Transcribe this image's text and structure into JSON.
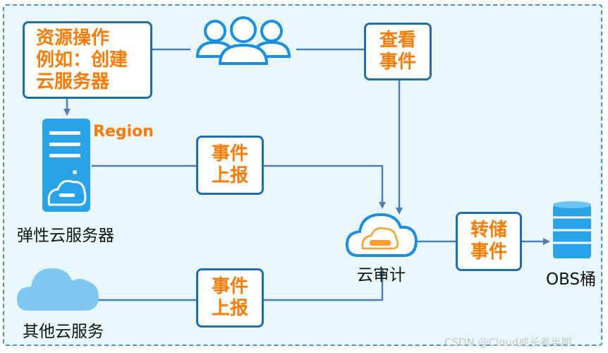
{
  "nodes": {
    "resource_op": "资源操作\n例如：创建\n云服务器",
    "view_event": "查看\n事件",
    "report_event_1": "事件\n上报",
    "report_event_2": "事件\n上报",
    "dump_event": "转储\n事件"
  },
  "labels": {
    "region": "Region",
    "ecs": "弹性云服务器",
    "other_cloud": "其他云服务",
    "cts": "云审计",
    "obs": "OBS桶"
  },
  "watermark": "CSDN @Cloud成长者半期",
  "colors": {
    "frame_border": "#4b8fd0",
    "frame_fill": "#e9f7fb",
    "box_border": "#1e6fb0",
    "accent_text": "#ff7a00",
    "icon_blue": "#1a8fe0",
    "arrow": "#4d7fb5"
  },
  "icons": [
    "users-icon",
    "server-icon",
    "cloud-icon",
    "cloud-audit-icon",
    "database-icon"
  ]
}
